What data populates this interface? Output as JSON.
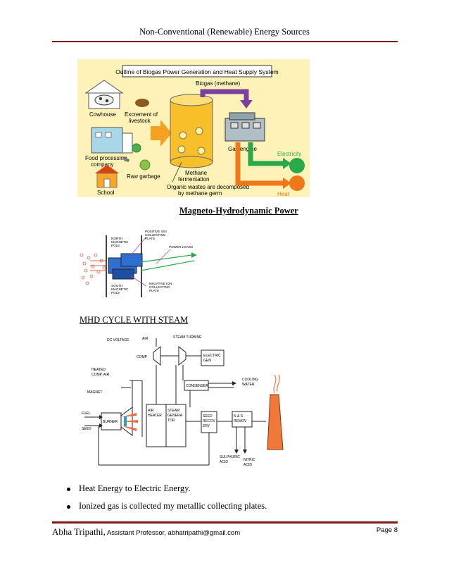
{
  "header": {
    "title": "Non-Conventional (Renewable) Energy Sources"
  },
  "biogas": {
    "title": "Outline of Biogas Power Generation and Heat Supply System",
    "biogas_label": "Biogas (methane)",
    "cowhouse": "Cowhouse",
    "excrement_line1": "Excrement of",
    "excrement_line2": "livestock",
    "food_line1": "Food processing",
    "food_line2": "company",
    "raw_garbage": "Raw garbage",
    "school": "School",
    "methane_line1": "Methane",
    "methane_line2": "fermentation",
    "organic_line1": "Organic wastes are decomposed",
    "organic_line2": "by methane germ",
    "gas_engine": "Gas engine",
    "electricity": "Electricity",
    "heat": "Heat"
  },
  "mhd": {
    "title": "Magneto-Hydrodynamic Power",
    "north_1": "NORTH",
    "north_2": "MAGNETIC",
    "north_3": "POLE",
    "south_1": "SOUTH",
    "south_2": "MAGNETIC",
    "south_3": "POLE",
    "pos_1": "POSITIVE ION",
    "pos_2": "COLLECTING",
    "pos_3": "PLATE",
    "neg_1": "NEGATIVE ION",
    "neg_2": "COLLECTING",
    "neg_3": "PLATE",
    "power_loads": "POWER LOADS"
  },
  "cycle": {
    "title": "MHD CYCLE WITH STEAM",
    "dc_voltage": "DC VOLTAGE",
    "air": "AIR",
    "steam_turbine": "STEAM TURBINE",
    "comp": "COMP",
    "electric_1": "ELECTRIC",
    "electric_2": "GEN",
    "heated_1": "HEATED",
    "heated_2": "COMP. AIR",
    "condenser": "CONDENSER",
    "cooling_1": "COOLING",
    "cooling_2": "WATER",
    "magnet": "MAGNET",
    "fuel": "FUEL",
    "seed": "SEED",
    "burner": "BURNER",
    "air_heater_1": "AIR",
    "air_heater_2": "HEATER",
    "steam_gen_1": "STEAM",
    "steam_gen_2": "GENERA",
    "steam_gen_3": "TOR",
    "seed_rec_1": "SEED",
    "seed_rec_2": "RECOV",
    "seed_rec_3": "ERY",
    "nsremov_1": "N & S",
    "nsremov_2": "REMOV",
    "sulphuric_1": "SULPHURIC",
    "sulphuric_2": "ACID",
    "nitric_1": "NITRIC",
    "nitric_2": "ACID"
  },
  "bullets": [
    "Heat Energy to Electric Energy.",
    "Ionized gas is collected my metallic collecting plates."
  ],
  "footer": {
    "name": "Abha Tripathi,",
    "rest": " Assistant Professor, abhatripathi@gmail.com",
    "page": "Page 8"
  },
  "colors": {
    "rule": "#7a1c1c",
    "biogas_bg": "#fdf3b8",
    "arrow_purple": "#7b3fa0",
    "arrow_green": "#2aa84a",
    "arrow_orange": "#f07818",
    "tank": "#f5b820"
  }
}
